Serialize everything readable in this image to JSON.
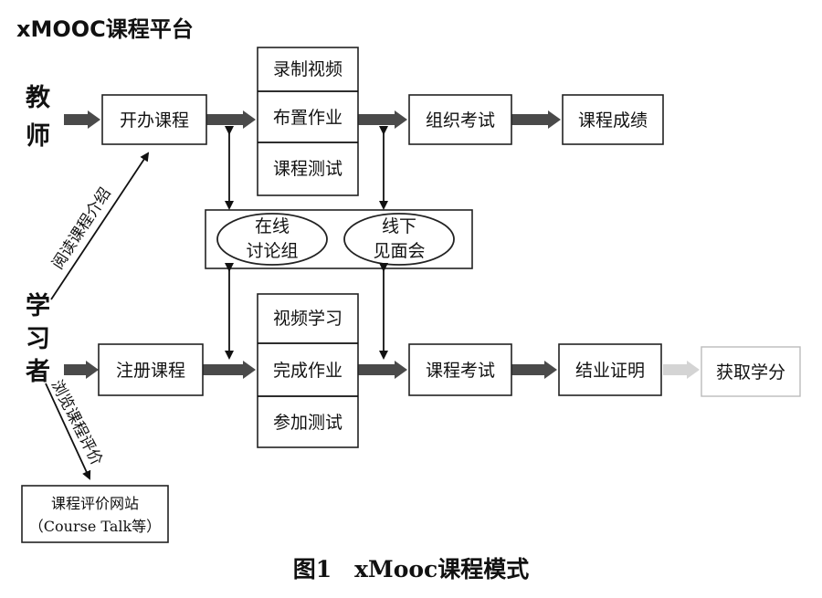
{
  "platform_title": "xMOOC课程平台",
  "teacher_label": [
    "教",
    "师"
  ],
  "learner_label": [
    "学",
    "习",
    "者"
  ],
  "teacher_row": {
    "open_course": "开办课程",
    "tasks": [
      "录制视频",
      "布置作业",
      "课程测试"
    ],
    "exam": "组织考试",
    "grade": "课程成绩"
  },
  "discussion": {
    "online": [
      "在线",
      "讨论组"
    ],
    "offline": [
      "线下",
      "见面会"
    ]
  },
  "learner_row": {
    "register": "注册课程",
    "tasks": [
      "视频学习",
      "完成作业",
      "参加测试"
    ],
    "exam": "课程考试",
    "certificate": "结业证明",
    "credit": "获取学分"
  },
  "read_intro": "阅读课程介绍",
  "browse_reviews": "浏览课程评价",
  "review_site": [
    "课程评价网站",
    "（Course Talk等）"
  ],
  "caption": "图1　xMooc课程模式"
}
